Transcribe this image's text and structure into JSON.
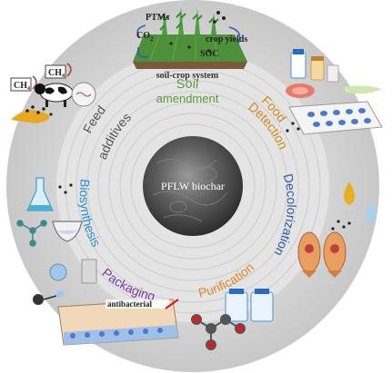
{
  "center": {
    "label": "PFLW biochar"
  },
  "sectors": [
    {
      "id": "soil",
      "label_line1": "Soil",
      "label_line2": "amendment",
      "color": "#5a9a3c"
    },
    {
      "id": "food",
      "label_line1": "Food",
      "label_line2": "Detection",
      "color": "#d08a1a"
    },
    {
      "id": "decolor",
      "label": "Decolorization",
      "color": "#2f5aa6"
    },
    {
      "id": "purify",
      "label": "Purification",
      "color": "#e08a2a"
    },
    {
      "id": "packaging",
      "label": "Packaging",
      "color": "#7a3aa0"
    },
    {
      "id": "biosynth",
      "label": "Biosynthesis",
      "color": "#2a8fd0"
    },
    {
      "id": "feed",
      "label_line1": "Feed",
      "label_line2": "additives",
      "color": "#555555"
    }
  ],
  "soil_panel": {
    "ptms": "PTMs",
    "co2": "CO",
    "co2_sub": "2",
    "crop_yields": "crop yields",
    "soc": "SOC",
    "system": "soil-crop system"
  },
  "feed_panel": {
    "ch4_a": "CH",
    "ch4_a_sub": "4",
    "ch4_b": "CH",
    "ch4_b_sub": "4"
  },
  "packaging_panel": {
    "antibacterial": "antibacterial"
  }
}
